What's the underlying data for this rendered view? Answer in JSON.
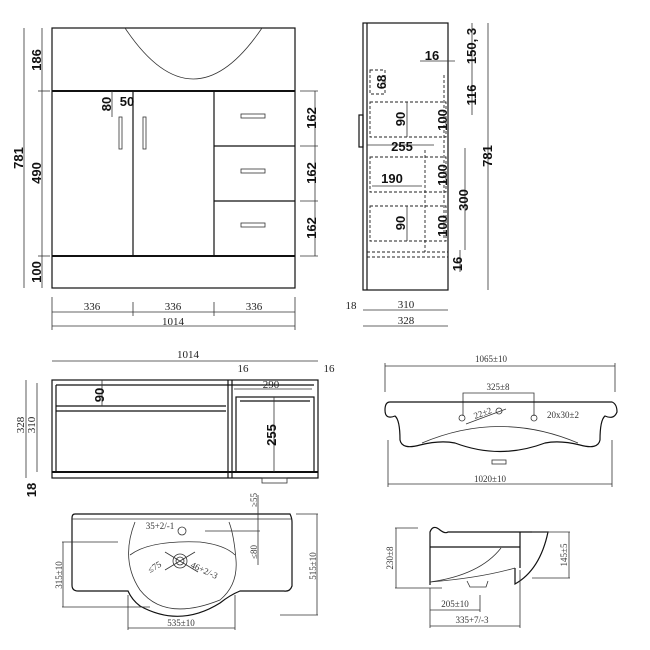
{
  "front_view": {
    "total_height": "781",
    "basin_height": "186",
    "door_height": "490",
    "plinth_height": "100",
    "handle_offset_v": "80",
    "handle_offset_h": "50",
    "drawer_heights": [
      "162",
      "162",
      "162"
    ],
    "widths": [
      "336",
      "336",
      "336"
    ],
    "total_width": "1014"
  },
  "side_view": {
    "panel_16_top": "16",
    "top_150": "150, 3",
    "top_116": "116",
    "total_height": "781",
    "dim_68": "68",
    "drawer_90": [
      "90",
      "90"
    ],
    "drawer_100": [
      "100",
      "100",
      "100"
    ],
    "depth_255": "255",
    "dim_190": "190",
    "dim_300": "300",
    "dim_16_bottom": "16",
    "front_18": "18",
    "depth_310": "310",
    "depth_328": "328"
  },
  "plan_view": {
    "total_width": "1014",
    "panel_16_a": "16",
    "panel_16_b": "16",
    "inner_290": "290",
    "shelf_90": "90",
    "inner_255": "255",
    "depth_328": "328",
    "depth_310": "310",
    "base_18": "18"
  },
  "basin_front": {
    "top_width": "1065±10",
    "tap_spacing": "325±8",
    "hole_22": "22±2",
    "overflow": "20x30±2",
    "bottom_width": "1020±10"
  },
  "basin_plan": {
    "tap_hole": "35+2/-1",
    "dim_55": "≥55",
    "dim_80": "≤80",
    "dim_75": "≤75",
    "waste": "46+2/-3",
    "depth_315": "315±10",
    "depth_515": "515±10",
    "width_535": "535±10"
  },
  "basin_side": {
    "height_230": "230±8",
    "height_145": "145±5",
    "dim_205": "205±10",
    "depth_335": "335+7/-3"
  }
}
